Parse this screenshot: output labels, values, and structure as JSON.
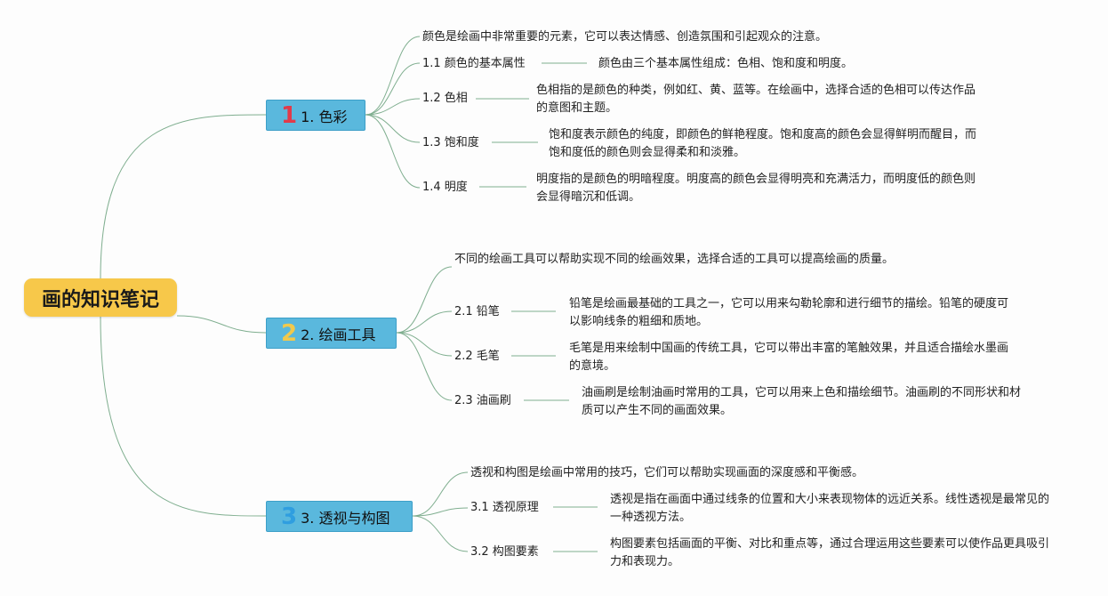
{
  "root": {
    "title": "画的知识笔记"
  },
  "colors": {
    "root_bg": "#f7c84a",
    "branch_bg": "#5ab8dd",
    "link": "#7fae8f",
    "num1": "#e23a4a",
    "num2": "#f2c94c",
    "num3": "#2f9ee0"
  },
  "branches": [
    {
      "num": "1",
      "label": "1. 色彩",
      "intro": "颜色是绘画中非常重要的元素，它可以表达情感、创造氛围和引起观众的注意。",
      "items": [
        {
          "label": "1.1 颜色的基本属性",
          "desc": "颜色由三个基本属性组成：色相、饱和度和明度。"
        },
        {
          "label": "1.2 色相",
          "desc": "色相指的是颜色的种类，例如红、黄、蓝等。在绘画中，选择合适的色相可以传达作品的意图和主题。"
        },
        {
          "label": "1.3 饱和度",
          "desc": "饱和度表示颜色的纯度，即颜色的鲜艳程度。饱和度高的颜色会显得鲜明而醒目，而饱和度低的颜色则会显得柔和和淡雅。"
        },
        {
          "label": "1.4 明度",
          "desc": "明度指的是颜色的明暗程度。明度高的颜色会显得明亮和充满活力，而明度低的颜色则会显得暗沉和低调。"
        }
      ]
    },
    {
      "num": "2",
      "label": "2. 绘画工具",
      "intro": "不同的绘画工具可以帮助实现不同的绘画效果，选择合适的工具可以提高绘画的质量。",
      "items": [
        {
          "label": "2.1 铅笔",
          "desc": "铅笔是绘画最基础的工具之一，它可以用来勾勒轮廓和进行细节的描绘。铅笔的硬度可以影响线条的粗细和质地。"
        },
        {
          "label": "2.2 毛笔",
          "desc": "毛笔是用来绘制中国画的传统工具，它可以带出丰富的笔触效果，并且适合描绘水墨画的意境。"
        },
        {
          "label": "2.3 油画刷",
          "desc": "油画刷是绘制油画时常用的工具，它可以用来上色和描绘细节。油画刷的不同形状和材质可以产生不同的画面效果。"
        }
      ]
    },
    {
      "num": "3",
      "label": "3. 透视与构图",
      "intro": "透视和构图是绘画中常用的技巧，它们可以帮助实现画面的深度感和平衡感。",
      "items": [
        {
          "label": "3.1 透视原理",
          "desc": "透视是指在画面中通过线条的位置和大小来表现物体的远近关系。线性透视是最常见的一种透视方法。"
        },
        {
          "label": "3.2 构图要素",
          "desc": "构图要素包括画面的平衡、对比和重点等，通过合理运用这些要素可以使作品更具吸引力和表现力。"
        }
      ]
    }
  ]
}
